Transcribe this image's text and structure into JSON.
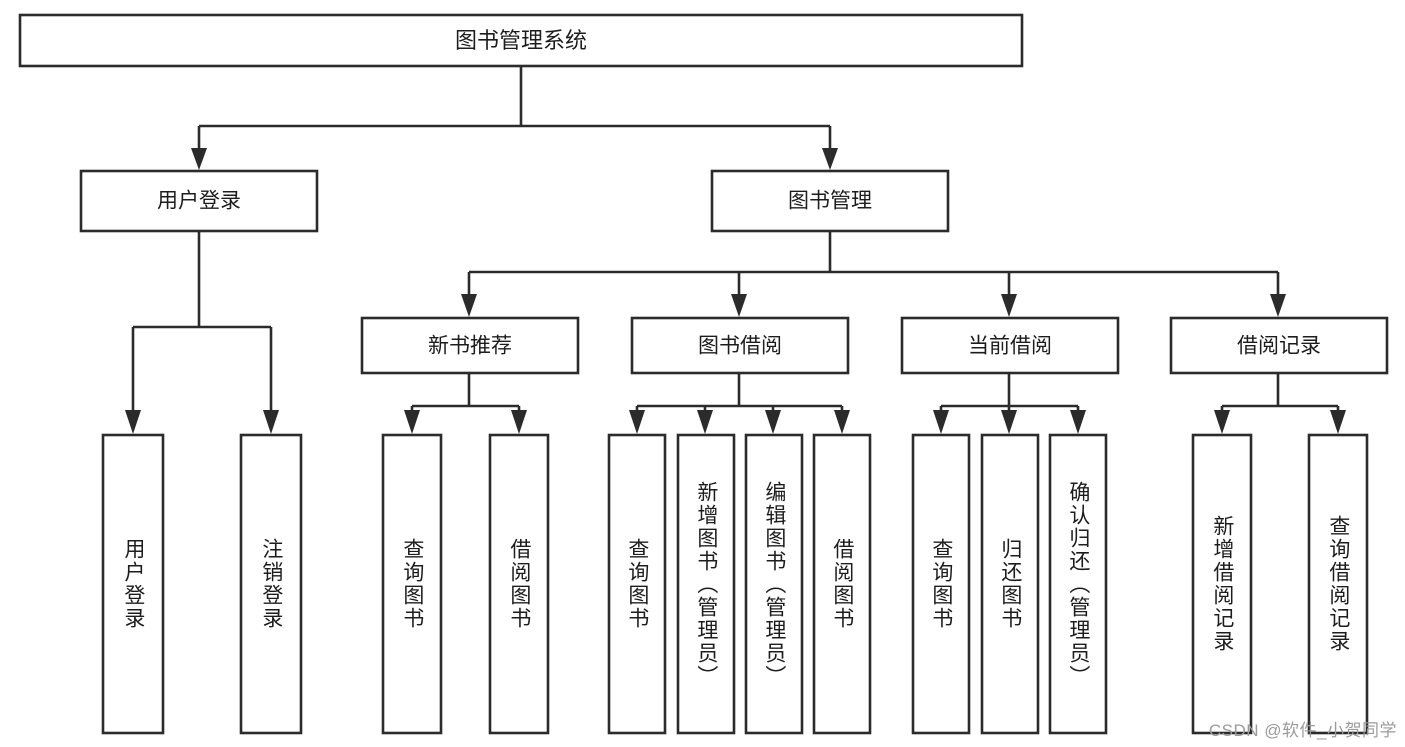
{
  "diagram": {
    "type": "tree-hierarchy",
    "title": "图书管理系统",
    "background_color": "#ffffff",
    "box_stroke_color": "#2b2b2b",
    "box_fill_color": "#ffffff",
    "text_color": "#1d1d1d",
    "levels": [
      {
        "level": 1,
        "nodes": [
          {
            "id": "root",
            "label": "图书管理系统",
            "orientation": "horizontal"
          }
        ]
      },
      {
        "level": 2,
        "nodes": [
          {
            "id": "user-login",
            "label": "用户登录",
            "orientation": "horizontal",
            "parent": "root"
          },
          {
            "id": "book-admin",
            "label": "图书管理",
            "orientation": "horizontal",
            "parent": "root"
          }
        ]
      },
      {
        "level": 3,
        "nodes": [
          {
            "id": "new-book-rec",
            "label": "新书推荐",
            "orientation": "horizontal",
            "parent": "book-admin"
          },
          {
            "id": "book-borrow",
            "label": "图书借阅",
            "orientation": "horizontal",
            "parent": "book-admin"
          },
          {
            "id": "current-borrow",
            "label": "当前借阅",
            "orientation": "horizontal",
            "parent": "book-admin"
          },
          {
            "id": "borrow-record",
            "label": "借阅记录",
            "orientation": "horizontal",
            "parent": "book-admin"
          }
        ]
      },
      {
        "level": 4,
        "nodes": [
          {
            "id": "leaf-user-login",
            "label": "用户登录",
            "orientation": "vertical",
            "parent": "user-login"
          },
          {
            "id": "leaf-user-logout",
            "label": "注销登录",
            "orientation": "vertical",
            "parent": "user-login"
          },
          {
            "id": "leaf-query-book-1",
            "label": "查询图书",
            "orientation": "vertical",
            "parent": "new-book-rec"
          },
          {
            "id": "leaf-borrow-book-1",
            "label": "借阅图书",
            "orientation": "vertical",
            "parent": "new-book-rec"
          },
          {
            "id": "leaf-query-book-2",
            "label": "查询图书",
            "orientation": "vertical",
            "parent": "book-borrow"
          },
          {
            "id": "leaf-add-book",
            "label": "新增图书（管理员）",
            "orientation": "vertical",
            "parent": "book-borrow"
          },
          {
            "id": "leaf-edit-book",
            "label": "编辑图书（管理员）",
            "orientation": "vertical",
            "parent": "book-borrow"
          },
          {
            "id": "leaf-borrow-book-2",
            "label": "借阅图书",
            "orientation": "vertical",
            "parent": "book-borrow"
          },
          {
            "id": "leaf-query-book-3",
            "label": "查询图书",
            "orientation": "vertical",
            "parent": "current-borrow"
          },
          {
            "id": "leaf-return-book",
            "label": "归还图书",
            "orientation": "vertical",
            "parent": "current-borrow"
          },
          {
            "id": "leaf-confirm-return",
            "label": "确认归还（管理员）",
            "orientation": "vertical",
            "parent": "current-borrow"
          },
          {
            "id": "leaf-add-record",
            "label": "新增借阅记录",
            "orientation": "vertical",
            "parent": "borrow-record"
          },
          {
            "id": "leaf-query-record",
            "label": "查询借阅记录",
            "orientation": "vertical",
            "parent": "borrow-record"
          }
        ]
      }
    ]
  },
  "watermark": {
    "text": "CSDN @软件_小贺同学",
    "color": "#9b9b9b"
  }
}
